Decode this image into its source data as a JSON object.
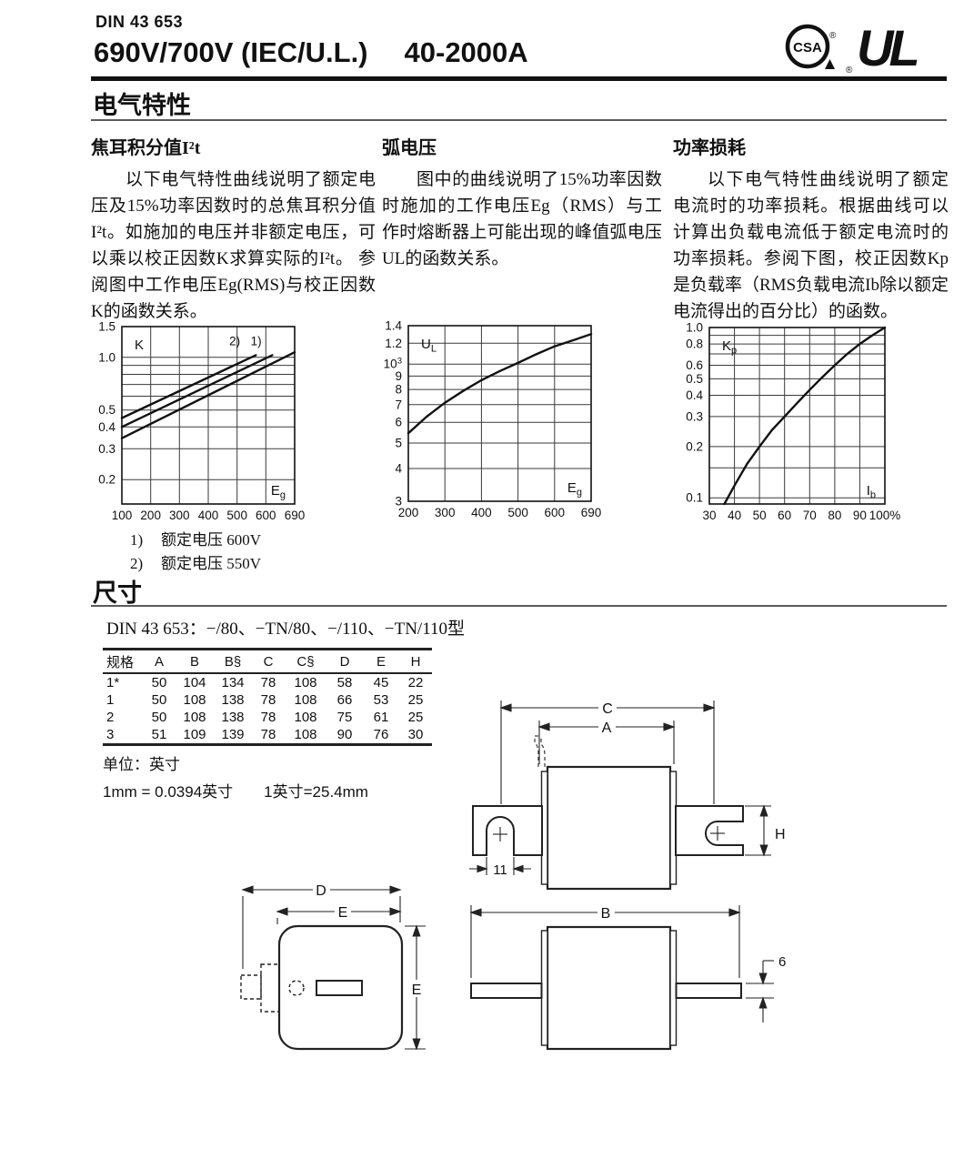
{
  "header": {
    "din": "DIN 43 653",
    "title": "690V/700V (IEC/U.L.)",
    "amps": "40-2000A",
    "csa_logo_text": "CSA",
    "csa_registered": "®",
    "ul_logo_text": "UL",
    "ul_registered": "®"
  },
  "electrical": {
    "section_title": "电气特性",
    "columns": [
      {
        "heading": "焦耳积分值I²t",
        "body": "以下电气特性曲线说明了额定电压及15%功率因数时的总焦耳积分值I²t。如施加的电压并非额定电压，可以乘以校正因数K求算实际的I²t。 参阅图中工作电压Eg(RMS)与校正因数K的函数关系。"
      },
      {
        "heading": "弧电压",
        "body": "图中的曲线说明了15%功率因数时施加的工作电压Eg（RMS）与工作时熔断器上可能出现的峰值弧电压UL的函数关系。"
      },
      {
        "heading": "功率损耗",
        "body": "以下电气特性曲线说明了额定电流时的功率损耗。根据曲线可以计算出负载电流低于额定电流时的功率损耗。参阅下图，校正因数Kp是负载率（RMS负载电流Ib除以额定电流得出的百分比）的函数。"
      }
    ],
    "footnotes": [
      {
        "marker": "1)",
        "text": "额定电压 600V"
      },
      {
        "marker": "2)",
        "text": "额定电压 550V"
      }
    ]
  },
  "chart_data": [
    {
      "type": "line",
      "title": "I2t correction factor K vs operating voltage",
      "x_ticks": [
        100,
        200,
        300,
        400,
        500,
        600,
        690
      ],
      "x_tick_labels": [
        "100",
        "200",
        "300",
        "400",
        "500",
        "600",
        "690"
      ],
      "x_scale": "even-ticks",
      "y_scale": "log",
      "y_min": 0.145,
      "y_max": 1.5,
      "y_gridlines": [
        0.2,
        0.3,
        0.4,
        0.5,
        0.6,
        0.7,
        0.8,
        0.9,
        1.0
      ],
      "y_tick_labels": [
        {
          "v": 1.5,
          "label": "1.5"
        },
        {
          "v": 1.0,
          "label": "1.0"
        },
        {
          "v": 0.5,
          "label": "0.5"
        },
        {
          "v": 0.4,
          "label": "0.4"
        },
        {
          "v": 0.3,
          "label": "0.3"
        },
        {
          "v": 0.2,
          "label": "0.2"
        }
      ],
      "corner_tl": {
        "main": "K",
        "sub": ""
      },
      "corner_br": {
        "main": "E",
        "sub": "g"
      },
      "series": [
        {
          "name": "rated-690V-line",
          "points": [
            [
              100,
              0.345
            ],
            [
              690,
              1.07
            ]
          ]
        },
        {
          "name": "rated-600V-line-1",
          "points": [
            [
              100,
              0.4
            ],
            [
              620,
              1.03
            ]
          ]
        },
        {
          "name": "rated-550V-line-2",
          "points": [
            [
              100,
              0.45
            ],
            [
              565,
              1.03
            ]
          ]
        }
      ],
      "annotations": [
        {
          "x": 492,
          "y": 1.17,
          "text": "2)"
        },
        {
          "x": 566,
          "y": 1.17,
          "text": "1)"
        }
      ]
    },
    {
      "type": "line",
      "title": "Peak arc voltage UL vs operating voltage Eg",
      "x_ticks": [
        200,
        300,
        400,
        500,
        600,
        690
      ],
      "x_tick_labels": [
        "200",
        "300",
        "400",
        "500",
        "600",
        "690"
      ],
      "x_scale": "even-ticks",
      "y_scale": "log",
      "y_min": 300,
      "y_max": 1400,
      "y_gridlines": [
        400,
        500,
        600,
        700,
        800,
        900,
        1000,
        1200
      ],
      "y_tick_labels": [
        {
          "v": 1400,
          "label": "1.4"
        },
        {
          "v": 1200,
          "label": "1.2"
        },
        {
          "v": 1000,
          "label": "10",
          "sup": "3"
        },
        {
          "v": 900,
          "label": "9"
        },
        {
          "v": 800,
          "label": "8"
        },
        {
          "v": 700,
          "label": "7"
        },
        {
          "v": 600,
          "label": "6"
        },
        {
          "v": 500,
          "label": "5"
        },
        {
          "v": 400,
          "label": "4"
        },
        {
          "v": 300,
          "label": "3"
        }
      ],
      "corner_tl": {
        "main": "U",
        "sub": "L"
      },
      "corner_br": {
        "main": "E",
        "sub": "g"
      },
      "series": [
        {
          "name": "arc-voltage-curve",
          "points": [
            [
              200,
              545
            ],
            [
              250,
              630
            ],
            [
              300,
              712
            ],
            [
              350,
              790
            ],
            [
              400,
              868
            ],
            [
              450,
              940
            ],
            [
              500,
              1010
            ],
            [
              550,
              1090
            ],
            [
              600,
              1168
            ],
            [
              650,
              1238
            ],
            [
              690,
              1300
            ]
          ]
        }
      ],
      "annotations": []
    },
    {
      "type": "line",
      "title": "Power loss correction factor Kp vs load ratio Ib",
      "x_ticks": [
        30,
        40,
        50,
        60,
        70,
        80,
        90,
        100
      ],
      "x_tick_labels": [
        "30",
        "40",
        "50",
        "60",
        "70",
        "80",
        "90",
        "100%"
      ],
      "x_scale": "even-ticks",
      "y_scale": "log",
      "y_min": 0.092,
      "y_max": 1.0,
      "y_gridlines": [
        0.1,
        0.15,
        0.2,
        0.3,
        0.4,
        0.5,
        0.6,
        0.7,
        0.8,
        0.9
      ],
      "y_tick_labels": [
        {
          "v": 1.0,
          "label": "1.0"
        },
        {
          "v": 0.8,
          "label": "0.8"
        },
        {
          "v": 0.6,
          "label": "0.6"
        },
        {
          "v": 0.5,
          "label": "0.5"
        },
        {
          "v": 0.4,
          "label": "0.4"
        },
        {
          "v": 0.3,
          "label": "0.3"
        },
        {
          "v": 0.2,
          "label": "0.2"
        },
        {
          "v": 0.1,
          "label": "0.1"
        }
      ],
      "corner_tl": {
        "main": "K",
        "sub": "p"
      },
      "corner_br": {
        "main": "I",
        "sub": "b"
      },
      "series": [
        {
          "name": "power-loss-curve",
          "points": [
            [
              36,
              0.092
            ],
            [
              40,
              0.118
            ],
            [
              45,
              0.158
            ],
            [
              50,
              0.2
            ],
            [
              55,
              0.25
            ],
            [
              60,
              0.3
            ],
            [
              65,
              0.36
            ],
            [
              70,
              0.43
            ],
            [
              75,
              0.51
            ],
            [
              80,
              0.6
            ],
            [
              85,
              0.7
            ],
            [
              90,
              0.8
            ],
            [
              95,
              0.9
            ],
            [
              100,
              1.0
            ]
          ]
        }
      ],
      "annotations": []
    }
  ],
  "dimensions": {
    "section_title": "尺寸",
    "models_line": "DIN 43 653：−/80、−TN/80、−/110、−TN/110型",
    "table": {
      "headers": [
        "规格",
        "A",
        "B",
        "B§",
        "C",
        "C§",
        "D",
        "E",
        "H"
      ],
      "rows": [
        [
          "1*",
          "50",
          "104",
          "134",
          "78",
          "108",
          "58",
          "45",
          "22"
        ],
        [
          "1",
          "50",
          "108",
          "138",
          "78",
          "108",
          "66",
          "53",
          "25"
        ],
        [
          "2",
          "50",
          "108",
          "138",
          "78",
          "108",
          "75",
          "61",
          "25"
        ],
        [
          "3",
          "51",
          "109",
          "139",
          "78",
          "108",
          "90",
          "76",
          "30"
        ]
      ]
    },
    "units_note": "单位：英寸",
    "conversion_note_1": "1mm = 0.0394英寸",
    "conversion_note_2": "1英寸=25.4mm",
    "labels": {
      "c": "C",
      "a": "A",
      "h": "H",
      "slot_width": "11",
      "d": "D",
      "e_top": "E",
      "e_side": "E",
      "b": "B",
      "blade_thickness": "6"
    }
  }
}
